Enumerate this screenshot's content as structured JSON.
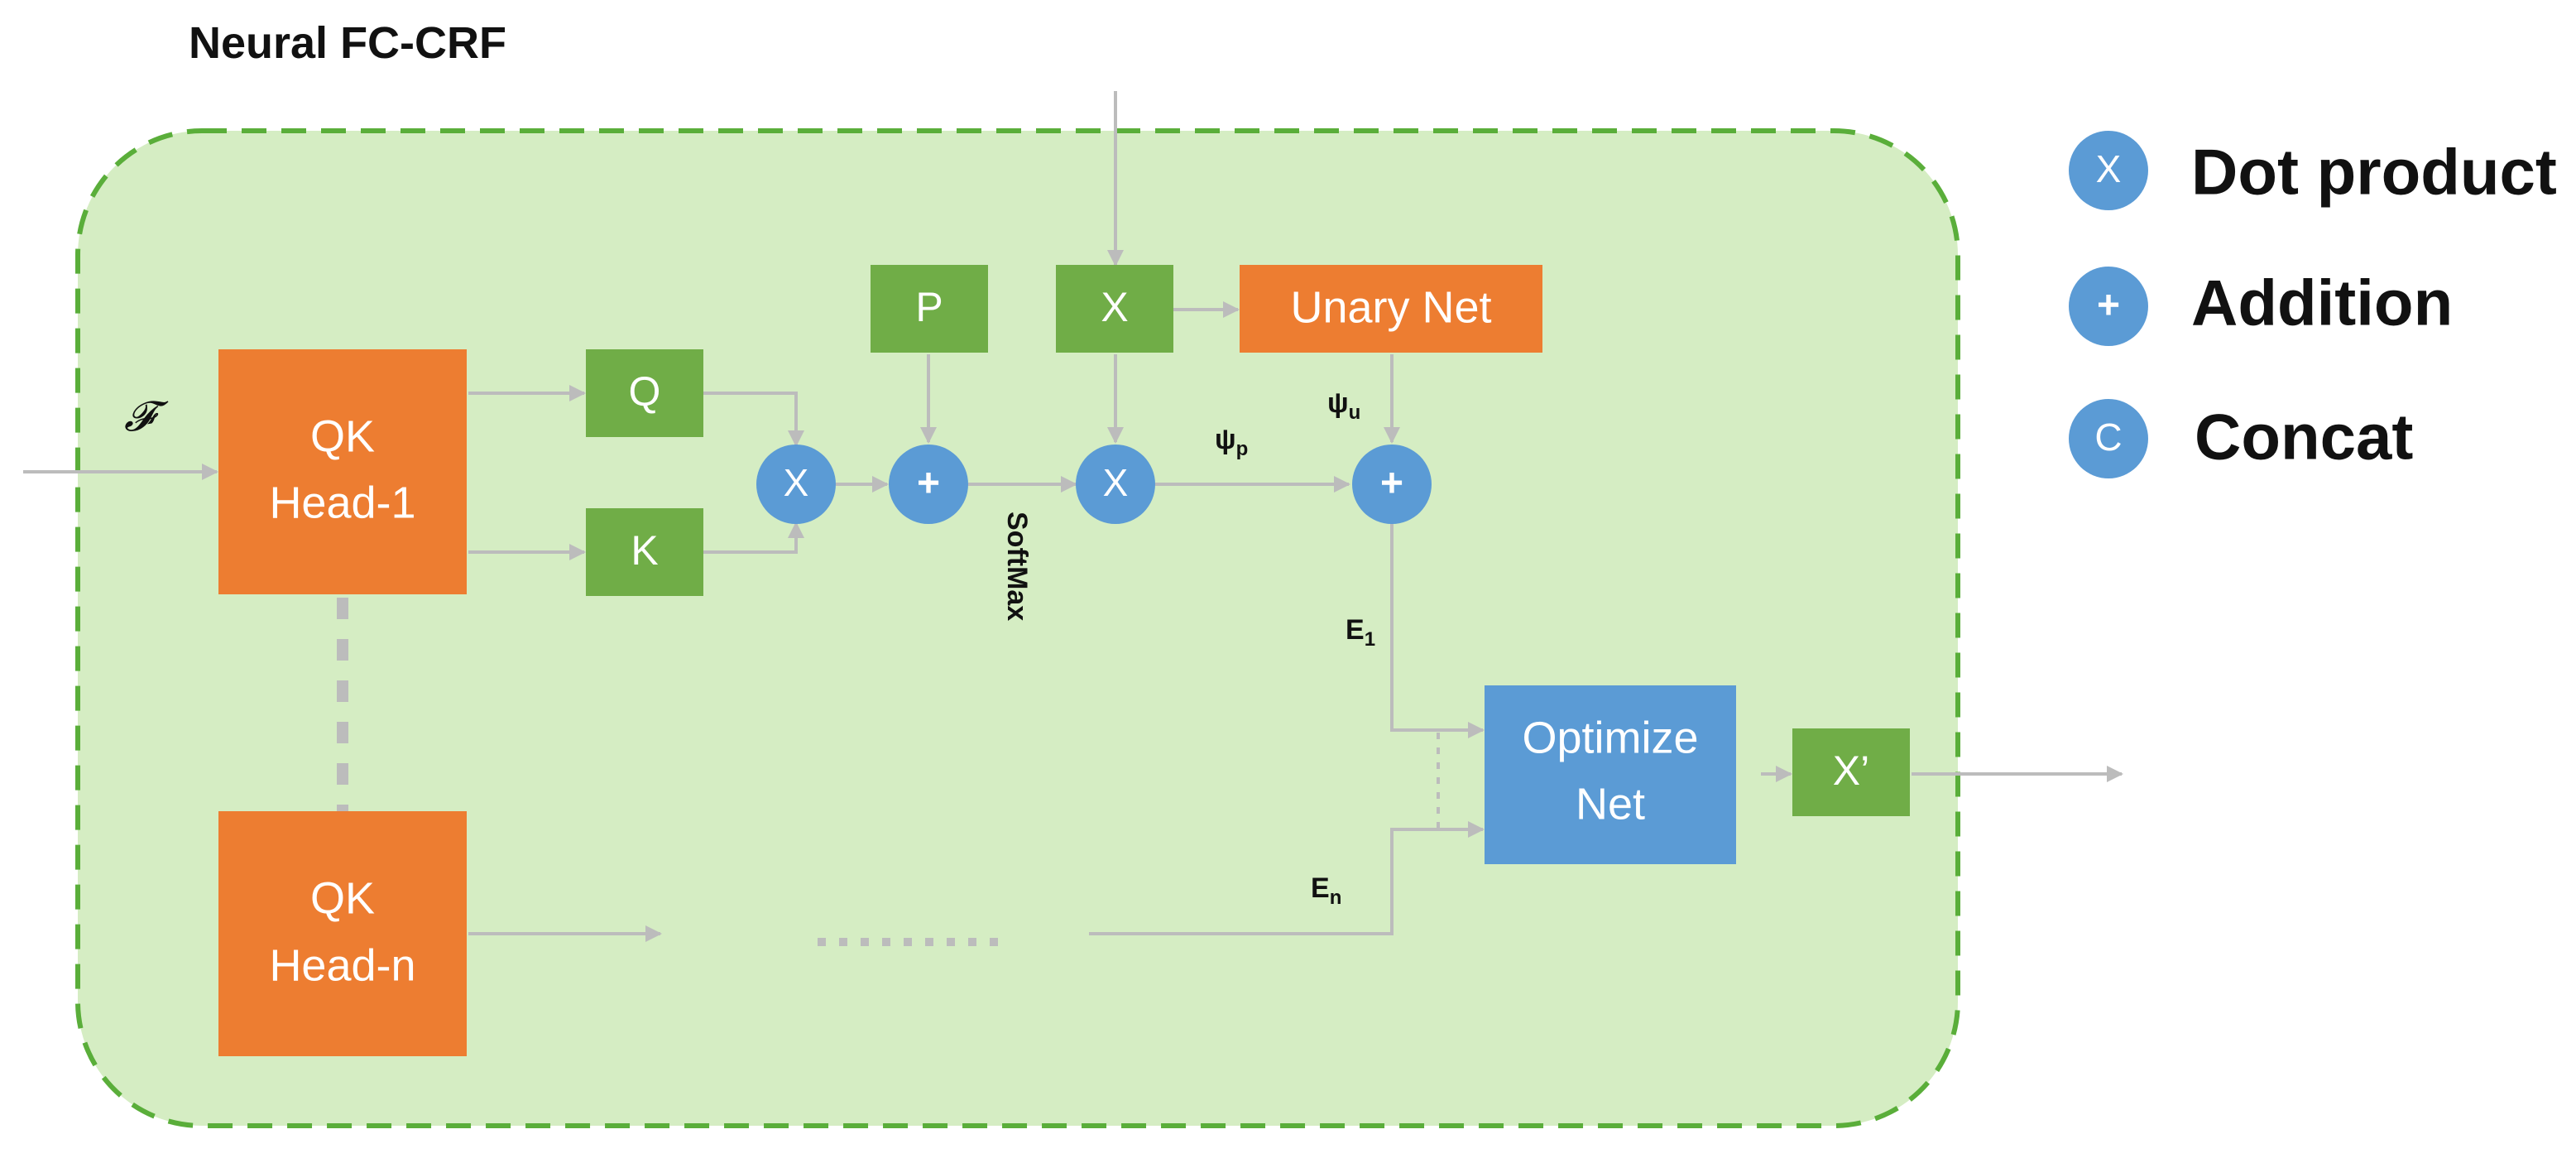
{
  "title": "Neural FC-CRF",
  "input_symbol": "𝓕",
  "heads": {
    "first": {
      "line1": "QK",
      "line2": "Head-1"
    },
    "last": {
      "line1": "QK",
      "line2": "Head-n"
    }
  },
  "blocks": {
    "q": "Q",
    "k": "K",
    "p": "P",
    "x_input": "X",
    "unary_net": "Unary Net",
    "optimize_net": {
      "line1": "Optimize",
      "line2": "Net"
    },
    "output": "X’"
  },
  "operators": {
    "dot1": "X",
    "add1": "+",
    "dot2": "X",
    "add2": "+"
  },
  "labels": {
    "softmax": "SoftMax",
    "psi_p": "ψ",
    "psi_p_sub": "p",
    "psi_u": "ψ",
    "psi_u_sub": "u",
    "e1": "E",
    "e1_sub": "1",
    "en": "E",
    "en_sub": "n"
  },
  "legend": [
    {
      "symbol": "X",
      "label": "Dot product"
    },
    {
      "symbol": "+",
      "label": "Addition"
    },
    {
      "symbol": "C",
      "label": "Concat"
    }
  ],
  "colors": {
    "container_fill": "#d5edc3",
    "container_border": "#5aae3a",
    "orange": "#ed7d31",
    "green": "#70ad47",
    "blue": "#5b9bd5",
    "wire": "#bcbcbc"
  }
}
